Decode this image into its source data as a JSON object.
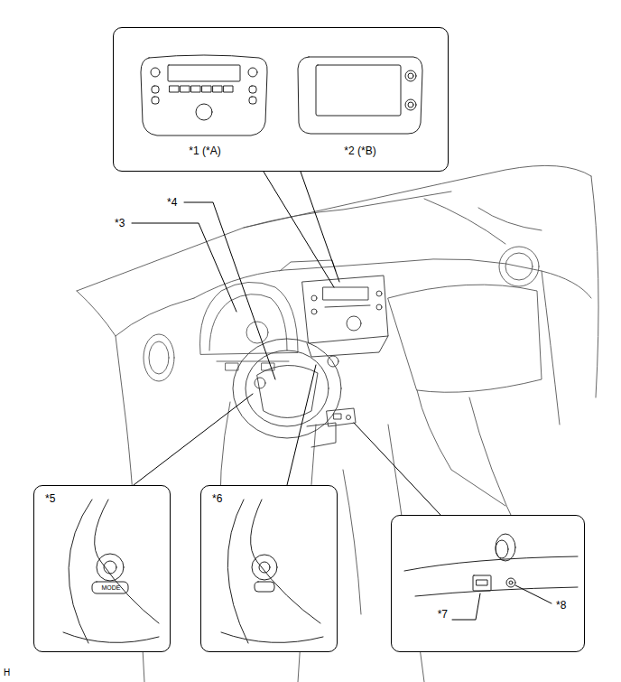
{
  "diagram": {
    "nodes": [
      {
        "text": [
          "*1 (*A)",
          "*2 (*B)"
        ]
      },
      {
        "text": [
          "*5",
          "MODE"
        ]
      },
      {
        "text": [
          "*6"
        ]
      },
      {
        "text": [
          "*7",
          "*8"
        ]
      }
    ],
    "labels": [
      "*3",
      "*4",
      "H"
    ]
  }
}
